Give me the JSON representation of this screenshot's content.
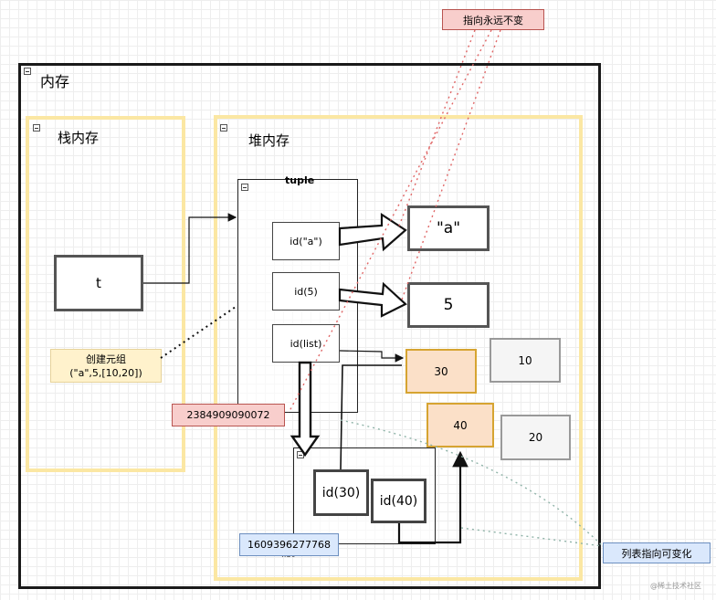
{
  "memory": {
    "title": "内存"
  },
  "stack": {
    "title": "栈内存",
    "var": "t"
  },
  "heap": {
    "title": "堆内存"
  },
  "tuple": {
    "title": "tuple",
    "items": [
      "id(\"a\")",
      "id(5)",
      "id(list)"
    ],
    "address": "2384909090072"
  },
  "values": {
    "a": "\"a\"",
    "five": "5"
  },
  "list": {
    "title": "list",
    "items": [
      "id(30)",
      "id(40)"
    ],
    "address": "1609396277768",
    "cells": [
      "30",
      "40"
    ],
    "new_values": [
      "10",
      "20"
    ]
  },
  "notes": {
    "create": [
      "创建元组",
      "(\"a\",5,[10,20])"
    ],
    "pointer_fixed": "指向永远不变",
    "list_mutable": "列表指向可变化"
  },
  "watermark": "@稀土技术社区",
  "colors": {
    "yellow": "#fbe7a3",
    "orange_fill": "#fbe0c8",
    "orange_border": "#d6a431",
    "red_note": "#f8cecc",
    "blue_note": "#dae8fc"
  }
}
